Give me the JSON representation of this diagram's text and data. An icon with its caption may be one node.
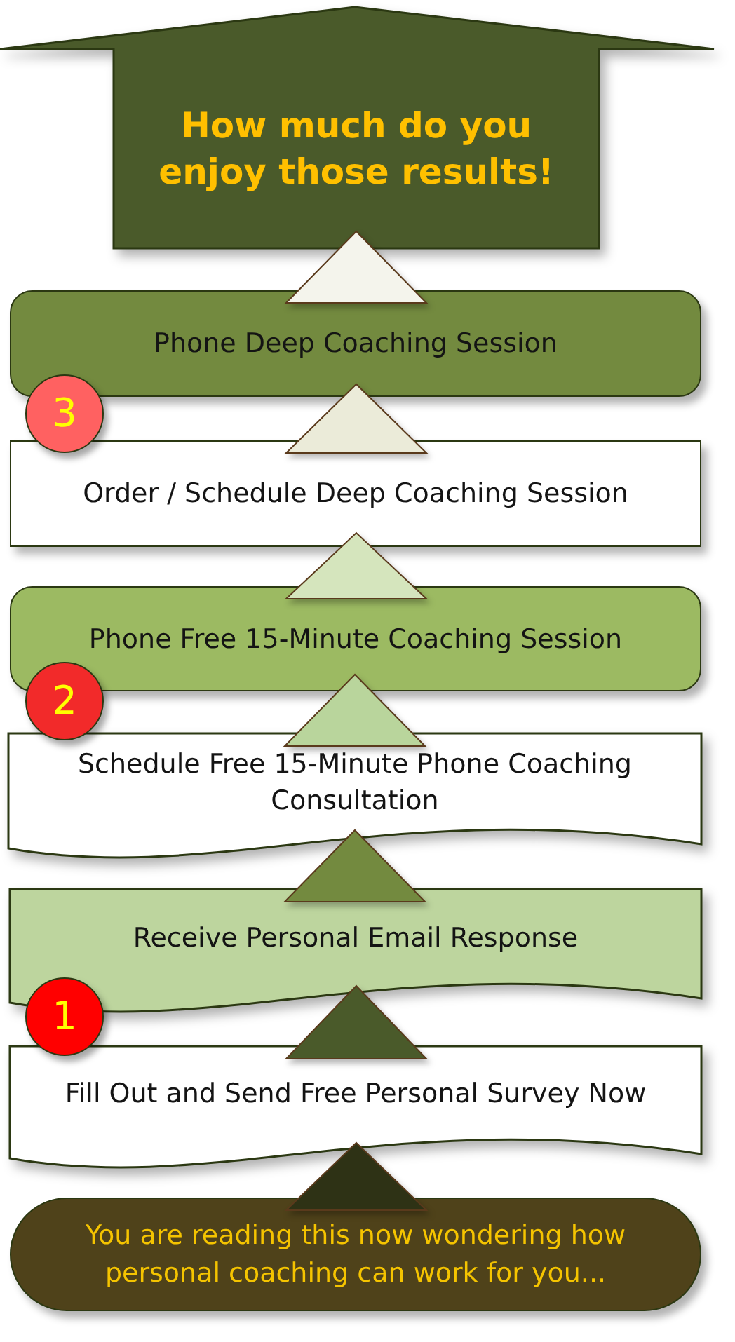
{
  "diagram": {
    "nodes": [
      {
        "text": [
          "How much do you enjoy those results!"
        ]
      },
      {
        "text": [
          "Phone Deep Coaching Session"
        ]
      },
      {
        "text": [
          "3"
        ]
      },
      {
        "text": [
          "Order / Schedule Deep Coaching Session"
        ]
      },
      {
        "text": [
          "Phone Free 15-Minute Coaching Session"
        ]
      },
      {
        "text": [
          "2"
        ]
      },
      {
        "text": [
          "Schedule Free 15-Minute Phone Coaching Consultation"
        ]
      },
      {
        "text": [
          "Receive Personal Email Response"
        ]
      },
      {
        "text": [
          "1"
        ]
      },
      {
        "text": [
          "Fill Out and Send Free Personal Survey Now"
        ]
      },
      {
        "text": [
          "You are reading this now wondering how personal coaching can work for you..."
        ]
      }
    ],
    "edges": [
      {
        "from": 10,
        "to": 9,
        "arrow": "to",
        "color": "#2e3215"
      },
      {
        "from": 9,
        "to": 7,
        "arrow": "to",
        "color": "#4a5a2a"
      },
      {
        "from": 7,
        "to": 6,
        "arrow": "to",
        "color": "#738a3f"
      },
      {
        "from": 6,
        "to": 4,
        "arrow": "to",
        "color": "#b9d59c"
      },
      {
        "from": 4,
        "to": 3,
        "arrow": "to",
        "color": "#d5e5bd"
      },
      {
        "from": 3,
        "to": 1,
        "arrow": "to",
        "color": "#ebebd9"
      },
      {
        "from": 1,
        "to": 0,
        "arrow": "to",
        "color": "#f4f4ec"
      }
    ]
  }
}
